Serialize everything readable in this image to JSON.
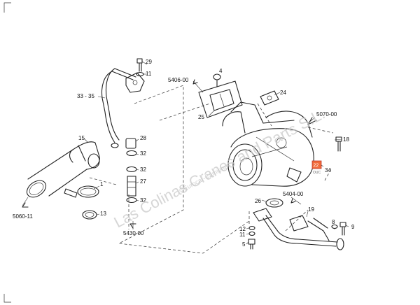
{
  "diagram": {
    "part_numbers": {
      "p29": "29",
      "p11_top": "11",
      "p33_35": "33 - 35",
      "p4": "4",
      "p5406": "5406-00",
      "p24": "24",
      "p25": "25",
      "p5070": "5070-00",
      "p15": "15",
      "p28": "28",
      "p32a": "32",
      "p32b": "32",
      "p27": "27",
      "p32c": "32",
      "p1": "1",
      "p13": "13",
      "p5060": "5060-11",
      "p5430": "5430-00",
      "p18": "18",
      "p22": "22",
      "p34": "34",
      "p5404": "5404-00",
      "p26": "26",
      "p19": "19",
      "p12": "12",
      "p11_bottom": "11",
      "p5": "5",
      "p8": "8",
      "p9": "9"
    },
    "highlight_caption": "OUC",
    "watermark_main": "Las Colinas Cranes and Parts S.L.",
    "watermark_small": "©Eurocar-Camiones"
  }
}
